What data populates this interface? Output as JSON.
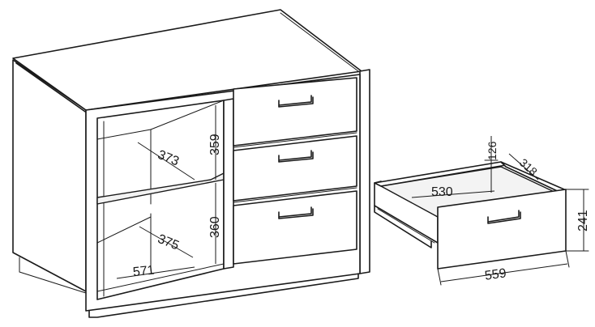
{
  "dimensions": {
    "shelf_upper_depth": "373",
    "shelf_lower_depth": "375",
    "compartment_upper_height": "359",
    "compartment_lower_height": "360",
    "compartment_width": "571",
    "drawer_inner_width": "530",
    "drawer_inner_height": "126",
    "drawer_inner_depth": "318",
    "drawer_front_height": "241",
    "drawer_front_width": "559"
  }
}
